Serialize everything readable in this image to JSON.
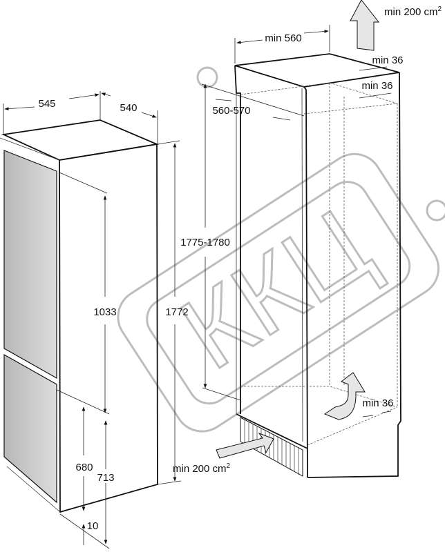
{
  "fridge": {
    "width": "545",
    "depth": "540",
    "upper_height": "1033",
    "total_height": "1772",
    "lower_inner": "680",
    "lower_height": "713",
    "bottom_gap": "10"
  },
  "niche": {
    "top_vent": "min 200 cm",
    "top_vent_sup": "2",
    "width": "min 560",
    "top_gap_rear": "min 36",
    "top_gap_front": "min 36",
    "depth": "560-570",
    "height": "1775-1780",
    "rear_gap_bottom": "min 36",
    "bottom_vent": "min 200 cm",
    "bottom_vent_sup": "2"
  },
  "watermark": {
    "text": "ККЦ"
  },
  "colors": {
    "door": "#c9c9c9",
    "arrow": "#e6e6e6",
    "watermark": "#bdbdbd"
  }
}
